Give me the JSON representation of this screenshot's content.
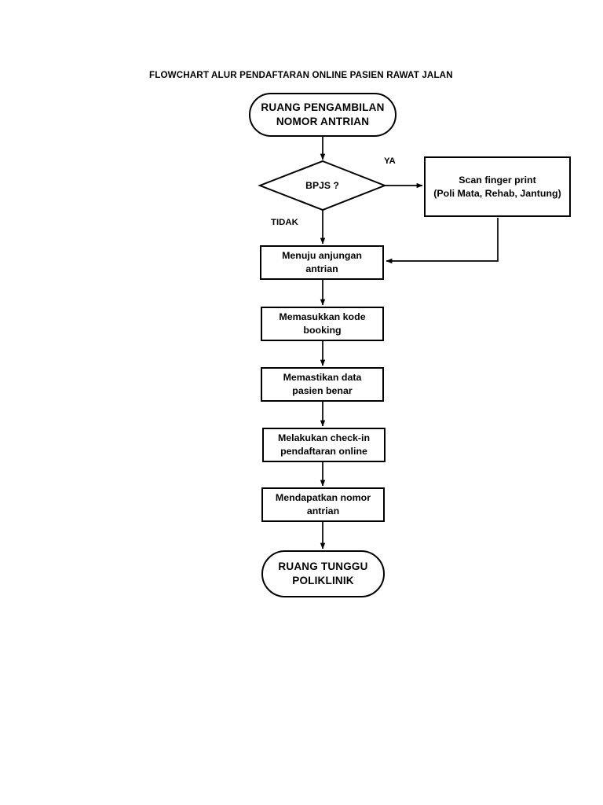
{
  "document": {
    "title": "FLOWCHART ALUR PENDAFTARAN ONLINE PASIEN RAWAT JALAN",
    "background_color": "#ffffff",
    "line_color": "#000000",
    "text_color": "#000000"
  },
  "flowchart": {
    "type": "flowchart",
    "orientation": "top-to-bottom",
    "nodes": [
      {
        "id": "start",
        "shape": "terminal",
        "label": "RUANG PENGAMBILAN\nNOMOR ANTRIAN"
      },
      {
        "id": "decision-bpjs",
        "shape": "decision",
        "label": "BPJS ?"
      },
      {
        "id": "scan-finger",
        "shape": "process",
        "label": "Scan finger print\n(Poli Mata, Rehab, Jantung)"
      },
      {
        "id": "menuju-anjungan",
        "shape": "process",
        "label": "Menuju anjungan\nantrian"
      },
      {
        "id": "kode-booking",
        "shape": "process",
        "label": "Memasukkan kode\nbooking"
      },
      {
        "id": "pastikan-data",
        "shape": "process",
        "label": "Memastikan data\npasien benar"
      },
      {
        "id": "check-in",
        "shape": "process",
        "label": "Melakukan check-in\npendaftaran online"
      },
      {
        "id": "dapat-nomor",
        "shape": "process",
        "label": "Mendapatkan nomor\nantrian"
      },
      {
        "id": "end",
        "shape": "terminal",
        "label": "RUANG TUNGGU\nPOLIKLINIK"
      }
    ],
    "edge_labels": {
      "yes": "YA",
      "no": "TIDAK"
    }
  }
}
